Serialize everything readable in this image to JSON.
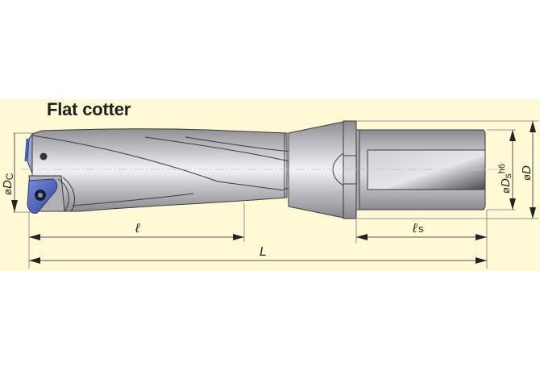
{
  "diagram": {
    "title": "Flat cotter",
    "subject": "Indexable insert drill with flat cotter shank",
    "background_color": "#fffad5",
    "body_color": "#c8c8cc",
    "insert_color": "#4a5fb0",
    "dimensions": {
      "cutting_diameter": {
        "prefix": "ø",
        "symbol": "D",
        "subscript": "C"
      },
      "flute_length": {
        "symbol": "ℓ"
      },
      "overall_length": {
        "symbol": "L"
      },
      "shank_length": {
        "symbol": "ℓ",
        "subscript": "s"
      },
      "shank_diameter": {
        "prefix": "ø",
        "symbol": "D",
        "subscript": "s",
        "superscript": "h6"
      },
      "flange_diameter": {
        "prefix": "ø",
        "symbol": "D"
      }
    }
  }
}
